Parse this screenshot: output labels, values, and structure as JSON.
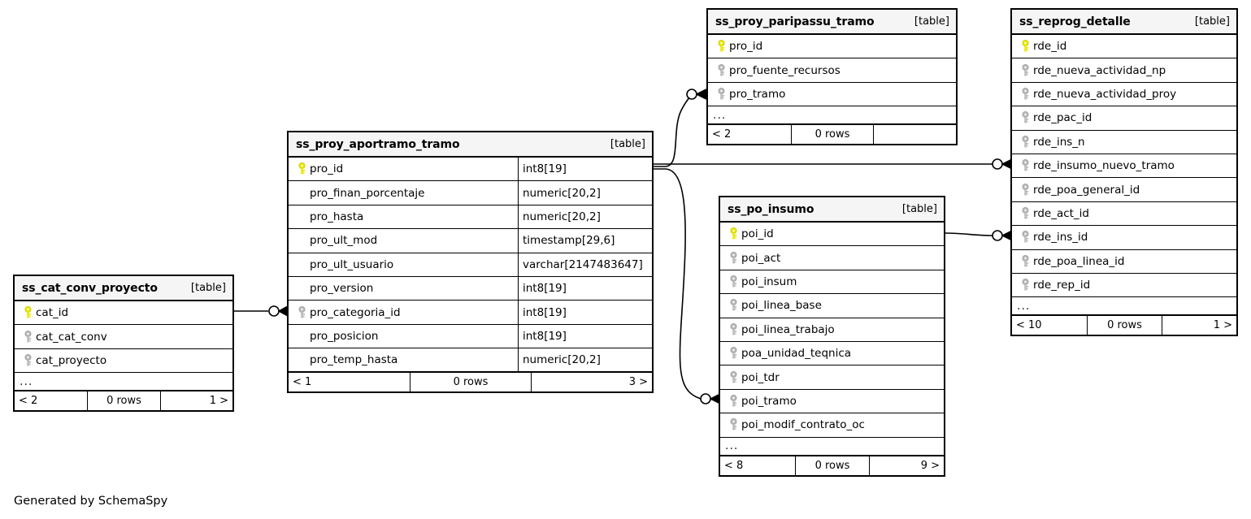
{
  "diagram": {
    "generator_credit": "Generated by SchemaSpy",
    "kind_label": "[table]",
    "ellipsis": "...",
    "colors": {
      "primary_key": "#e8e800",
      "foreign_key": "#b0b0b0",
      "header_background": "#f5f5f5",
      "border": "#000000",
      "background": "#ffffff"
    }
  },
  "tables": {
    "ss_proy_aportramo_tramo": {
      "name": "ss_proy_aportramo_tramo",
      "kind": "[table]",
      "columns": [
        {
          "name": "pro_id",
          "type": "int8[19]",
          "key": "primary"
        },
        {
          "name": "pro_finan_porcentaje",
          "type": "numeric[20,2]",
          "key": "none"
        },
        {
          "name": "pro_hasta",
          "type": "numeric[20,2]",
          "key": "none"
        },
        {
          "name": "pro_ult_mod",
          "type": "timestamp[29,6]",
          "key": "none"
        },
        {
          "name": "pro_ult_usuario",
          "type": "varchar[2147483647]",
          "key": "none"
        },
        {
          "name": "pro_version",
          "type": "int8[19]",
          "key": "none"
        },
        {
          "name": "pro_categoria_id",
          "type": "int8[19]",
          "key": "foreign"
        },
        {
          "name": "pro_posicion",
          "type": "int8[19]",
          "key": "none"
        },
        {
          "name": "pro_temp_hasta",
          "type": "numeric[20,2]",
          "key": "none"
        }
      ],
      "footer": {
        "left": "< 1",
        "center": "0 rows",
        "right": "3 >"
      }
    },
    "ss_proy_paripassu_tramo": {
      "name": "ss_proy_paripassu_tramo",
      "kind": "[table]",
      "columns": [
        {
          "name": "pro_id",
          "type": "",
          "key": "primary"
        },
        {
          "name": "pro_fuente_recursos",
          "type": "",
          "key": "foreign"
        },
        {
          "name": "pro_tramo",
          "type": "",
          "key": "foreign"
        }
      ],
      "has_ellipsis": true,
      "footer": {
        "left": "< 2",
        "center": "0 rows",
        "right": ""
      }
    },
    "ss_reprog_detalle": {
      "name": "ss_reprog_detalle",
      "kind": "[table]",
      "columns": [
        {
          "name": "rde_id",
          "type": "",
          "key": "primary"
        },
        {
          "name": "rde_nueva_actividad_np",
          "type": "",
          "key": "foreign"
        },
        {
          "name": "rde_nueva_actividad_proy",
          "type": "",
          "key": "foreign"
        },
        {
          "name": "rde_pac_id",
          "type": "",
          "key": "foreign"
        },
        {
          "name": "rde_ins_n",
          "type": "",
          "key": "foreign"
        },
        {
          "name": "rde_insumo_nuevo_tramo",
          "type": "",
          "key": "foreign"
        },
        {
          "name": "rde_poa_general_id",
          "type": "",
          "key": "foreign"
        },
        {
          "name": "rde_act_id",
          "type": "",
          "key": "foreign"
        },
        {
          "name": "rde_ins_id",
          "type": "",
          "key": "foreign"
        },
        {
          "name": "rde_poa_linea_id",
          "type": "",
          "key": "foreign"
        },
        {
          "name": "rde_rep_id",
          "type": "",
          "key": "foreign"
        }
      ],
      "has_ellipsis": true,
      "footer": {
        "left": "< 10",
        "center": "0 rows",
        "right": "1 >"
      }
    },
    "ss_po_insumo": {
      "name": "ss_po_insumo",
      "kind": "[table]",
      "columns": [
        {
          "name": "poi_id",
          "type": "",
          "key": "primary"
        },
        {
          "name": "poi_act",
          "type": "",
          "key": "foreign"
        },
        {
          "name": "poi_insum",
          "type": "",
          "key": "foreign"
        },
        {
          "name": "poi_linea_base",
          "type": "",
          "key": "foreign"
        },
        {
          "name": "poi_linea_trabajo",
          "type": "",
          "key": "foreign"
        },
        {
          "name": "poa_unidad_teqnica",
          "type": "",
          "key": "foreign"
        },
        {
          "name": "poi_tdr",
          "type": "",
          "key": "foreign"
        },
        {
          "name": "poi_tramo",
          "type": "",
          "key": "foreign"
        },
        {
          "name": "poi_modif_contrato_oc",
          "type": "",
          "key": "foreign"
        }
      ],
      "has_ellipsis": true,
      "footer": {
        "left": "< 8",
        "center": "0 rows",
        "right": "9 >"
      }
    },
    "ss_cat_conv_proyecto": {
      "name": "ss_cat_conv_proyecto",
      "kind": "[table]",
      "columns": [
        {
          "name": "cat_id",
          "type": "",
          "key": "primary"
        },
        {
          "name": "cat_cat_conv",
          "type": "",
          "key": "foreign"
        },
        {
          "name": "cat_proyecto",
          "type": "",
          "key": "foreign"
        }
      ],
      "has_ellipsis": true,
      "footer": {
        "left": "< 2",
        "center": "0 rows",
        "right": "1 >"
      }
    }
  },
  "relationships": [
    {
      "from": "ss_proy_aportramo_tramo.pro_id",
      "to": "ss_proy_paripassu_tramo.pro_tramo"
    },
    {
      "from": "ss_proy_aportramo_tramo.pro_id",
      "to": "ss_reprog_detalle.rde_insumo_nuevo_tramo"
    },
    {
      "from": "ss_proy_aportramo_tramo.pro_id",
      "to": "ss_po_insumo.poi_tramo"
    },
    {
      "from": "ss_po_insumo.poi_id",
      "to": "ss_reprog_detalle.rde_ins_id"
    },
    {
      "from": "ss_cat_conv_proyecto.cat_id",
      "to": "ss_proy_aportramo_tramo.pro_categoria_id"
    }
  ]
}
